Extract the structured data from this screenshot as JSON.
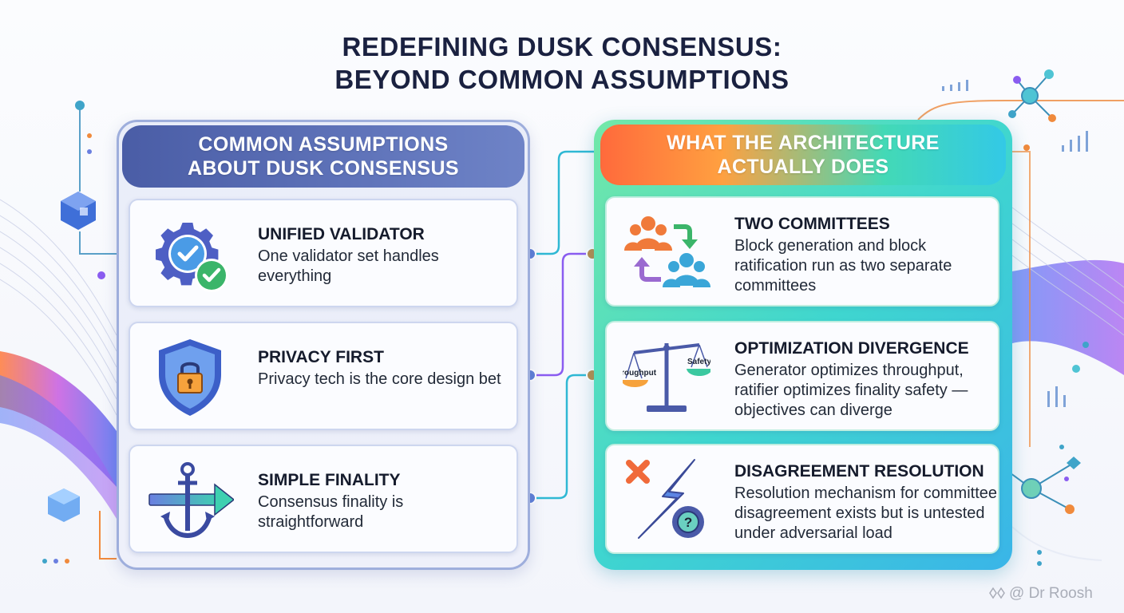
{
  "title": {
    "line1": "REDEFINING DUSK CONSENSUS:",
    "line2": "BEYOND COMMON ASSUMPTIONS"
  },
  "left_panel": {
    "header_line1": "COMMON ASSUMPTIONS",
    "header_line2": "ABOUT DUSK CONSENSUS",
    "cards": [
      {
        "title": "UNIFIED VALIDATOR",
        "desc": "One validator set handles everything",
        "icon": "gear-check-icon"
      },
      {
        "title": "PRIVACY FIRST",
        "desc": "Privacy tech is the core design bet",
        "icon": "shield-lock-icon"
      },
      {
        "title": "SIMPLE FINALITY",
        "desc": "Consensus finality is straightforward",
        "icon": "anchor-arrow-icon"
      }
    ]
  },
  "right_panel": {
    "header_line1": "WHAT THE ARCHITECTURE",
    "header_line2": "ACTUALLY DOES",
    "cards": [
      {
        "title": "TWO COMMITTEES",
        "desc": "Block generation and block ratification run as two separate committees",
        "icon": "two-committees-icon"
      },
      {
        "title": "OPTIMIZATION DIVERGENCE",
        "desc": "Generator optimizes throughput, ratifier optimizes finality safety — objectives can diverge",
        "icon": "balance-scale-icon",
        "icon_label_left": "Throughput",
        "icon_label_right": "Safety"
      },
      {
        "title": "DISAGREEMENT RESOLUTION",
        "desc": "Resolution mechanism for committee disagreement exists but is untested under adversarial load",
        "icon": "conflict-question-icon"
      }
    ]
  },
  "watermark": "@ Dr Roosh",
  "colors": {
    "title": "#1a2140",
    "left_header": "#4a5da6",
    "right_header_start": "#ff6a3c",
    "right_header_end": "#33c9e6",
    "connector_cyan": "#2fb8d4",
    "connector_purple": "#8a5cf0",
    "connector_orange": "#f08a3c"
  }
}
